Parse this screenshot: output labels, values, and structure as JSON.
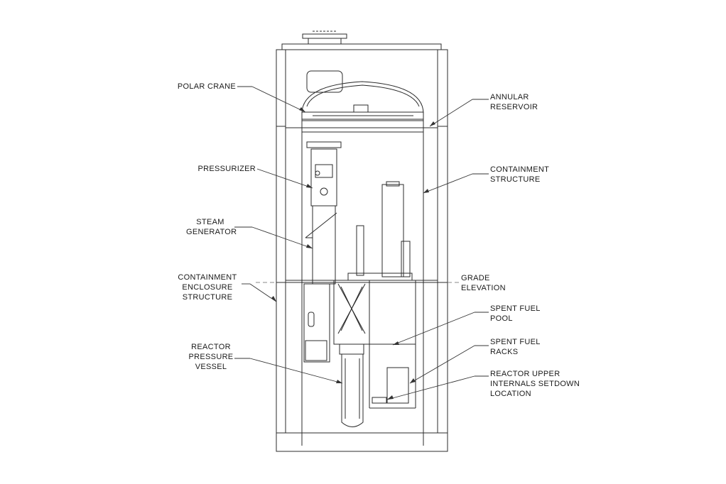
{
  "labels": {
    "polar_crane": [
      "POLAR CRANE"
    ],
    "pressurizer": [
      "PRESSURIZER"
    ],
    "steam_generator": [
      "STEAM",
      "GENERATOR"
    ],
    "containment_enclosure": [
      "CONTAINMENT",
      "ENCLOSURE",
      "STRUCTURE"
    ],
    "reactor_pressure_vessel": [
      "REACTOR",
      "PRESSURE",
      "VESSEL"
    ],
    "annular_reservoir": [
      "ANNULAR",
      "RESERVOIR"
    ],
    "containment_structure": [
      "CONTAINMENT",
      "STRUCTURE"
    ],
    "grade_elevation": [
      "GRADE",
      "ELEVATION"
    ],
    "spent_fuel_pool": [
      "SPENT FUEL",
      "POOL"
    ],
    "spent_fuel_racks": [
      "SPENT FUEL",
      "RACKS"
    ],
    "upper_internals_setdown": [
      "REACTOR UPPER",
      "INTERNALS SETDOWN",
      "LOCATION"
    ]
  },
  "colors": {
    "line": "#2b2b2b",
    "leader": "#333333",
    "background": "#ffffff"
  }
}
